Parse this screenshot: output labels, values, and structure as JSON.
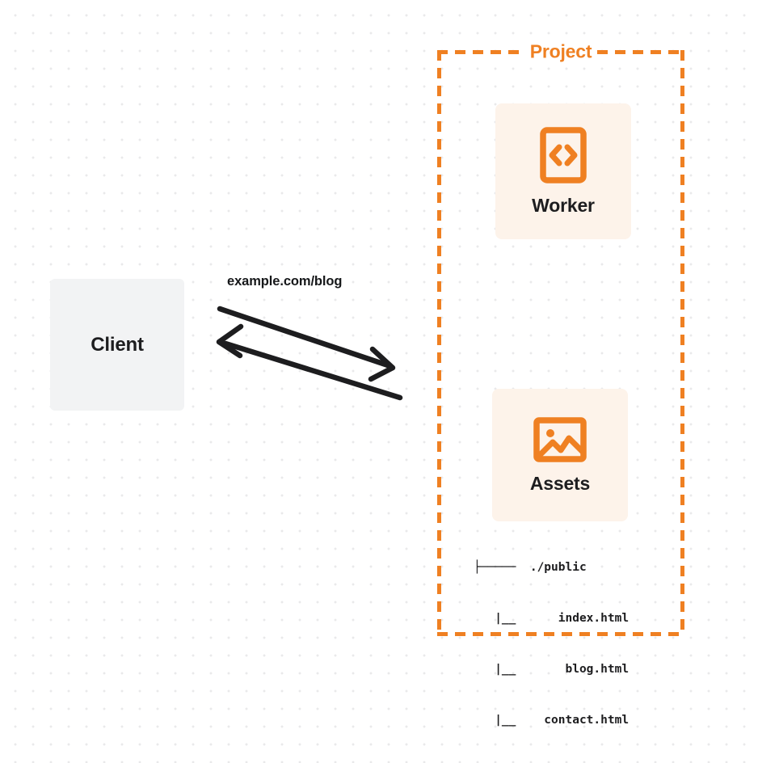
{
  "diagram": {
    "title": "Client to Project request flow",
    "colors": {
      "accent_orange": "#ef8022",
      "card_background": "#fdf3ea",
      "client_background": "#f2f3f4",
      "text_dark": "#1d1d1f",
      "grid_dot": "#e9e9ea",
      "page_background": "#ffffff"
    }
  },
  "client": {
    "label": "Client"
  },
  "connection": {
    "label": "example.com/blog",
    "request_direction": "client-to-project",
    "response_direction": "project-to-client"
  },
  "project": {
    "label": "Project",
    "services": [
      {
        "label": "Worker",
        "icon": "code-file-icon"
      },
      {
        "label": "Assets",
        "icon": "image-icon"
      }
    ],
    "file_tree": {
      "lines": [
        "├─────  ./public",
        "   |__      index.html",
        "   |__       blog.html",
        "   |__    contact.html"
      ],
      "root": "./public",
      "files": [
        "index.html",
        "blog.html",
        "contact.html"
      ]
    }
  }
}
